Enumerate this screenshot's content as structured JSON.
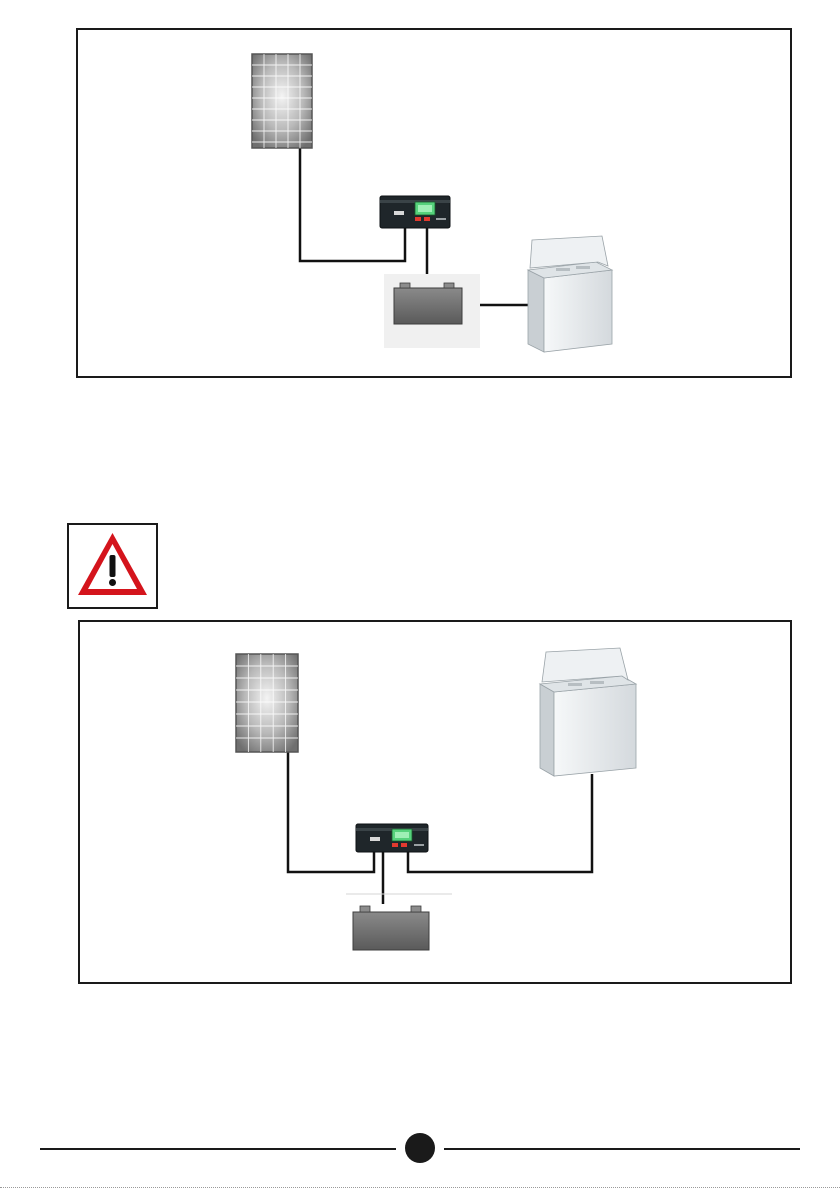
{
  "diagram_1": {
    "components": [
      "solar-panel",
      "charge-controller",
      "battery",
      "chest-freezer"
    ],
    "connections": [
      [
        "solar-panel",
        "charge-controller"
      ],
      [
        "charge-controller",
        "battery"
      ],
      [
        "battery",
        "chest-freezer"
      ]
    ]
  },
  "warning": {
    "icon": "warning-triangle-icon",
    "symbol": "!",
    "colors": {
      "border": "#d4141c",
      "fill": "#ffffff",
      "mark": "#111111"
    }
  },
  "diagram_2": {
    "components": [
      "solar-panel",
      "charge-controller",
      "battery",
      "chest-freezer"
    ],
    "connections": [
      [
        "solar-panel",
        "charge-controller"
      ],
      [
        "charge-controller",
        "battery"
      ],
      [
        "charge-controller",
        "chest-freezer"
      ]
    ]
  },
  "colors": {
    "frame": "#1a1a1a",
    "wire": "#111111",
    "panel": "#8e8e8e",
    "battery": "#6e6e6e",
    "freezer": "#e9ecef"
  }
}
